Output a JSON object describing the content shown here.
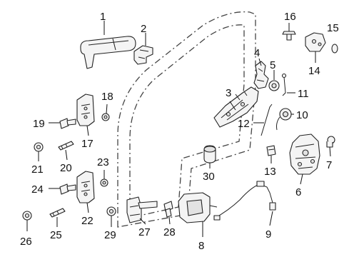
{
  "labels": {
    "p1": "1",
    "p2": "2",
    "p3": "3",
    "p4": "4",
    "p5": "5",
    "p6": "6",
    "p7": "7",
    "p8": "8",
    "p9": "9",
    "p10": "10",
    "p11": "11",
    "p12": "12",
    "p13": "13",
    "p14": "14",
    "p15": "15",
    "p16": "16",
    "p17": "17",
    "p18": "18",
    "p19": "19",
    "p20": "20",
    "p21": "21",
    "p22": "22",
    "p23": "23",
    "p24": "24",
    "p25": "25",
    "p26": "26",
    "p27": "27",
    "p28": "28",
    "p29": "29",
    "p30": "30"
  }
}
